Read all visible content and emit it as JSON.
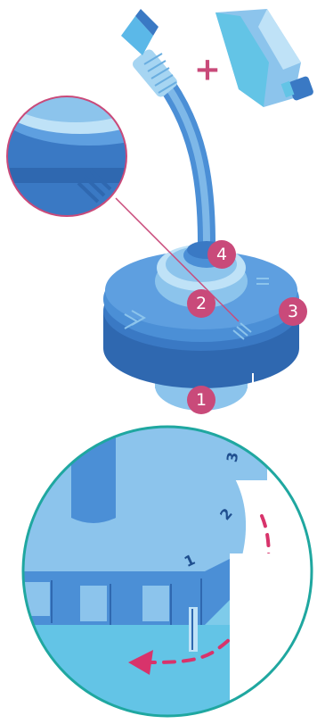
{
  "colors": {
    "dark_blue": "#3a79c4",
    "mid_blue": "#4b8fd6",
    "light_blue": "#8cc4ec",
    "pale_blue": "#bfe2f7",
    "cyan": "#63c4e6",
    "teal": "#1fa7a0",
    "badge": "#c94a7a",
    "arrow": "#d8336b",
    "plus": "#c94a7a",
    "dial_text": "#1f4f8f"
  },
  "badges": [
    "1",
    "2",
    "3",
    "4"
  ],
  "dial_numbers": [
    "1",
    "2",
    "3"
  ],
  "plus_sign": "+",
  "icons": {
    "connector": "tube-connector-icon",
    "bag": "reservoir-bag-icon",
    "arrow": "rotate-arrow-icon"
  }
}
